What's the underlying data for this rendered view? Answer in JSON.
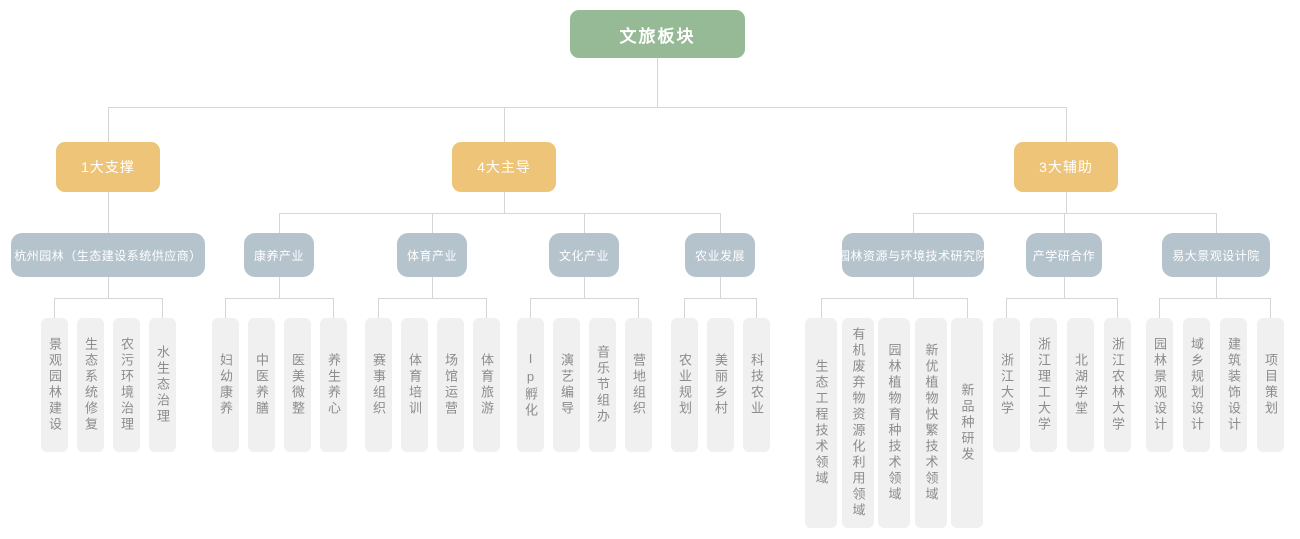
{
  "root": {
    "label": "文旅板块"
  },
  "branches": [
    {
      "label": "1大支撑",
      "children": [
        {
          "label": "杭州园林（生态建设系统供应商）",
          "leaves": [
            "景观园林建设",
            "生态系统修复",
            "农污环境治理",
            "水生态治理"
          ]
        }
      ]
    },
    {
      "label": "4大主导",
      "children": [
        {
          "label": "康养产业",
          "leaves": [
            "妇幼康养",
            "中医养膳",
            "医美微整",
            "养生养心"
          ]
        },
        {
          "label": "体育产业",
          "leaves": [
            "赛事组织",
            "体育培训",
            "场馆运营",
            "体育旅游"
          ]
        },
        {
          "label": "文化产业",
          "leaves": [
            "Ip孵化",
            "演艺编导",
            "音乐节组办",
            "营地组织"
          ]
        },
        {
          "label": "农业发展",
          "leaves": [
            "农业规划",
            "美丽乡村",
            "科技农业"
          ]
        }
      ]
    },
    {
      "label": "3大辅助",
      "children": [
        {
          "label": "园林资源与环境技术研究院",
          "leaves": [
            "生态工程技术领域",
            "有机废弃物资源化利用领域",
            "园林植物育种技术领域",
            "新优植物快繁技术领域",
            "新品种研发"
          ]
        },
        {
          "label": "产学研合作",
          "leaves": [
            "浙江大学",
            "浙江理工大学",
            "北湖学堂",
            "浙江农林大学"
          ]
        },
        {
          "label": "易大景观设计院",
          "leaves": [
            "园林景观设计",
            "域乡规划设计",
            "建筑装饰设计",
            "项目策划"
          ]
        }
      ]
    }
  ],
  "colors": {
    "root_bg": "#95ba95",
    "branch_bg": "#eec478",
    "category_bg": "#b5c3cd",
    "leaf_bg": "#f0f0f0",
    "leaf_text": "#8c8c8c",
    "connector_line": "#d6d6d6"
  }
}
